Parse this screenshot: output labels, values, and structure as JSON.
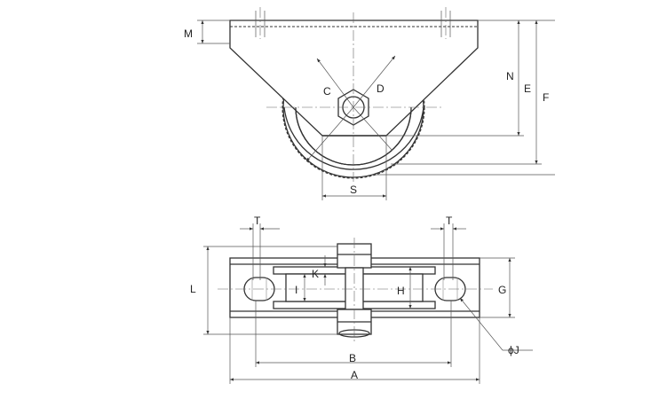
{
  "labels": {
    "M": "M",
    "C": "C",
    "D": "D",
    "N": "N",
    "E": "E",
    "F": "F",
    "S": "S",
    "T_left": "T",
    "T_right": "T",
    "L": "L",
    "K": "K",
    "I": "I",
    "H": "H",
    "G": "G",
    "J": "ϕJ",
    "B": "B",
    "A": "A"
  },
  "colors": {
    "line": "#333333",
    "thin": "#555555",
    "background": "#ffffff"
  }
}
